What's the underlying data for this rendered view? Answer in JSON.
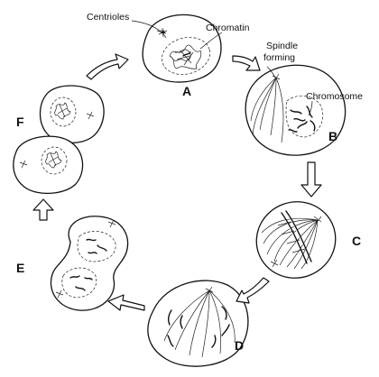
{
  "labels": {
    "centrioles": "Centrioles",
    "chromatin": "Chromatin",
    "spindle_line1": "Spindle",
    "spindle_line2": "forming",
    "chromosome": "Chromosome"
  },
  "stages": {
    "a": "A",
    "b": "B",
    "c": "C",
    "d": "D",
    "e": "E",
    "f": "F"
  }
}
